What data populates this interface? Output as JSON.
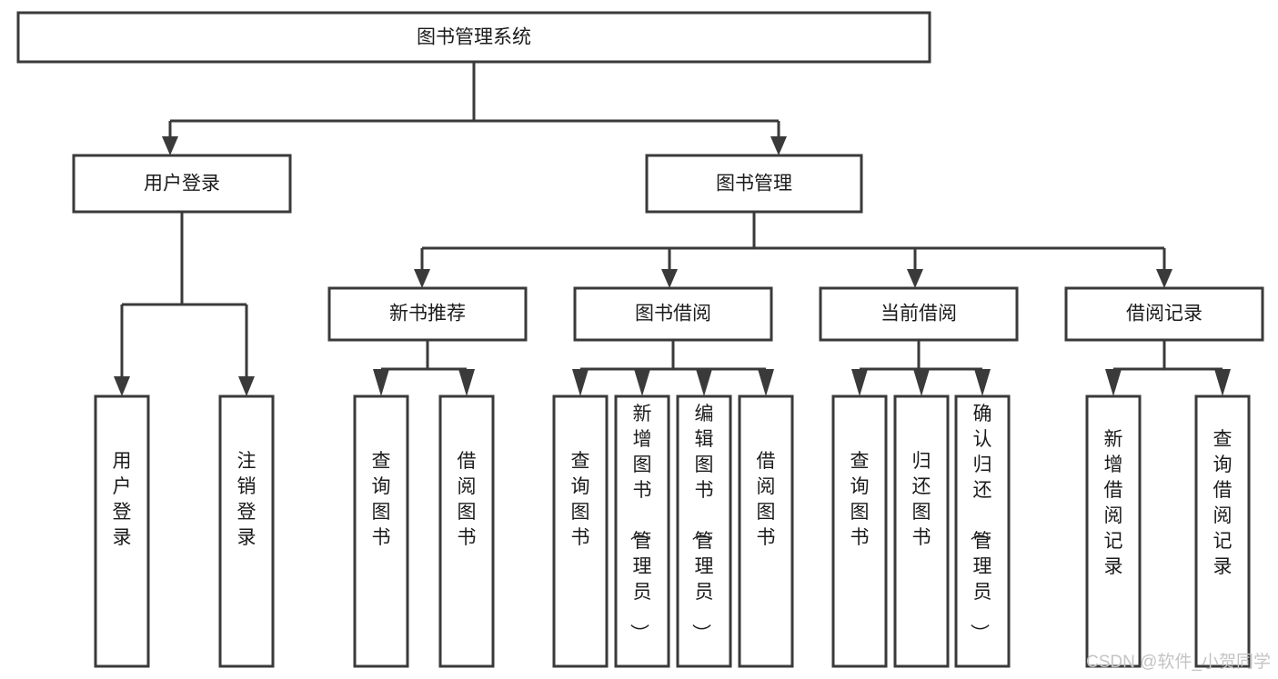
{
  "diagram": {
    "title": "图书管理系统",
    "type": "hierarchy-tree",
    "root": {
      "id": "root",
      "label": "图书管理系统",
      "orientation": "horizontal"
    },
    "level1": [
      {
        "id": "user-login",
        "label": "用户登录",
        "orientation": "horizontal"
      },
      {
        "id": "book-management",
        "label": "图书管理",
        "orientation": "horizontal"
      }
    ],
    "level2": [
      {
        "id": "new-book-recommend",
        "label": "新书推荐",
        "orientation": "horizontal",
        "parent": "book-management"
      },
      {
        "id": "book-borrow",
        "label": "图书借阅",
        "orientation": "horizontal",
        "parent": "book-management"
      },
      {
        "id": "current-borrow",
        "label": "当前借阅",
        "orientation": "horizontal",
        "parent": "book-management"
      },
      {
        "id": "borrow-record",
        "label": "借阅记录",
        "orientation": "horizontal",
        "parent": "book-management"
      }
    ],
    "leaves": [
      {
        "id": "leaf-user-login",
        "label": "用户登录",
        "orientation": "vertical",
        "parent": "user-login"
      },
      {
        "id": "leaf-logout-login",
        "label": "注销登录",
        "orientation": "vertical",
        "parent": "user-login"
      },
      {
        "id": "leaf-query-book-1",
        "label": "查询图书",
        "orientation": "vertical",
        "parent": "new-book-recommend"
      },
      {
        "id": "leaf-borrow-book-1",
        "label": "借阅图书",
        "orientation": "vertical",
        "parent": "new-book-recommend"
      },
      {
        "id": "leaf-query-book-2",
        "label": "查询图书",
        "orientation": "vertical",
        "parent": "book-borrow"
      },
      {
        "id": "leaf-add-book-admin",
        "label": "新增图书（管理员）",
        "orientation": "vertical",
        "parent": "book-borrow"
      },
      {
        "id": "leaf-edit-book-admin",
        "label": "编辑图书（管理员）",
        "orientation": "vertical",
        "parent": "book-borrow"
      },
      {
        "id": "leaf-borrow-book-2",
        "label": "借阅图书",
        "orientation": "vertical",
        "parent": "book-borrow"
      },
      {
        "id": "leaf-query-book-3",
        "label": "查询图书",
        "orientation": "vertical",
        "parent": "current-borrow"
      },
      {
        "id": "leaf-return-book",
        "label": "归还图书",
        "orientation": "vertical",
        "parent": "current-borrow"
      },
      {
        "id": "leaf-confirm-return-admin",
        "label": "确认归还（管理员）",
        "orientation": "vertical",
        "parent": "current-borrow"
      },
      {
        "id": "leaf-add-borrow-record",
        "label": "新增借阅记录",
        "orientation": "vertical",
        "parent": "borrow-record"
      },
      {
        "id": "leaf-query-borrow-record",
        "label": "查询借阅记录",
        "orientation": "vertical",
        "parent": "borrow-record"
      }
    ],
    "watermark": "CSDN @软件_小贺同学",
    "colors": {
      "background": "#ffffff",
      "box_fill": "#ffffff",
      "box_stroke": "#3a3a3a",
      "text": "#1b1b1b",
      "watermark": "#c4c4c4"
    }
  }
}
